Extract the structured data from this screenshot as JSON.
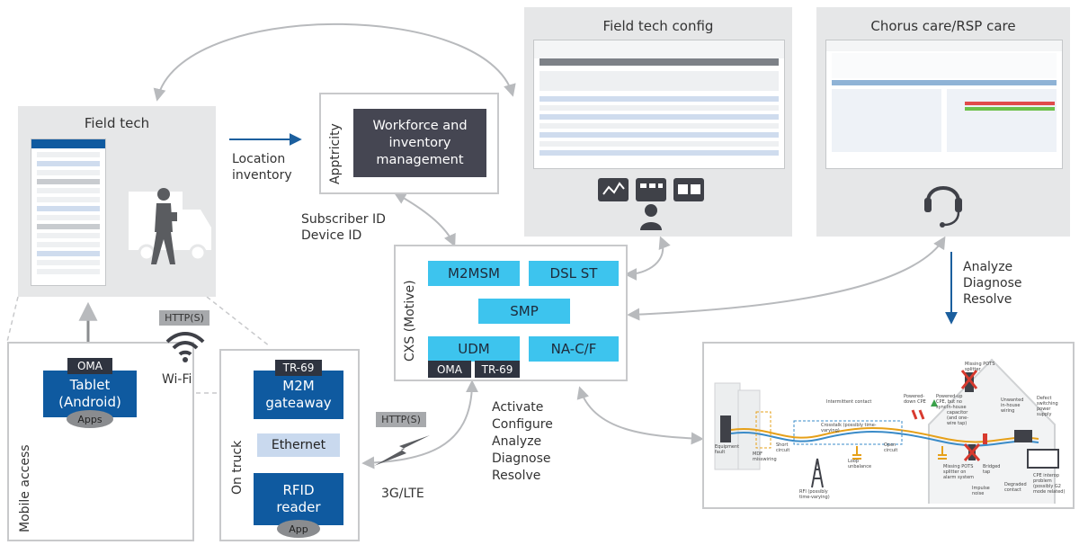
{
  "panels": {
    "field_tech": {
      "title": "Field tech"
    },
    "field_tech_config": {
      "title": "Field tech config"
    },
    "care": {
      "title": "Chorus care/RSP care"
    }
  },
  "apptricity": {
    "label": "Apptricity",
    "box": "Workforce and inventory management"
  },
  "cxs": {
    "label": "CXS (Motive)",
    "modules": [
      "M2MSM",
      "DSL ST",
      "SMP",
      "UDM",
      "NA-C/F"
    ],
    "tags": [
      "OMA",
      "TR-69"
    ]
  },
  "mobile_access": {
    "label": "Mobile access",
    "tag": "OMA",
    "device_line1": "Tablet",
    "device_line2": "(Android)",
    "apps": "Apps"
  },
  "on_truck": {
    "label": "On truck",
    "tag": "TR-69",
    "gateway_line1": "M2M",
    "gateway_line2": "gateaway",
    "ethernet": "Ethernet",
    "reader_line1": "RFID",
    "reader_line2": "reader",
    "app": "App"
  },
  "flows": {
    "location_line1": "Location",
    "location_line2": "inventory",
    "subscriber_line1": "Subscriber ID",
    "subscriber_line2": "Device ID",
    "http_wifi": "HTTP(S)",
    "wifi": "Wi-Fi",
    "http_lte": "HTTP(S)",
    "lte": "3G/LTE",
    "actions": [
      "Activate",
      "Configure",
      "Analyze",
      "Diagnose",
      "Resolve"
    ],
    "care_actions": [
      "Analyze",
      "Diagnose",
      "Resolve"
    ]
  },
  "home_network": {
    "labels": {
      "intermittent": "Intermittent contact",
      "powered_down": "Powered-down CPE",
      "powered_up": "Powered-up CPE, but no sync",
      "in_house_cap": "In-house capacitor (and one-wire tap)",
      "missing_pots": "Missing POTS splitter",
      "unwanted": "Unwanted in-house wiring",
      "defect_psu": "Defect switching power supply",
      "equipment": "Equipment fault",
      "mdf": "MDF misswiring",
      "short": "Short circuit",
      "crosstalk": "Crosstalk (possibly time-varying)",
      "loop_unbal": "Loop unbalance",
      "open": "Open circuit",
      "rfi": "RFI (possibly time-varying)",
      "missing_alarm": "Missing POTS splitter on alarm system",
      "impulse": "Impulse noise",
      "bridged": "Bridged tap",
      "degraded": "Degraded contact",
      "cpe_interop": "CPE interop problem (possibly G2 mode related)"
    }
  },
  "colors": {
    "panel_grey": "#e6e7e8",
    "cyan": "#3dc4ee",
    "navy": "#0f5aa0",
    "dark_tag": "#2f3440",
    "arrow_blue": "#1b5f9e",
    "line_grey": "#b8babd"
  },
  "icons": [
    "truck-icon",
    "technician-icon",
    "wifi-icon",
    "lightning-icon",
    "headset-icon",
    "dashboard-icons"
  ]
}
